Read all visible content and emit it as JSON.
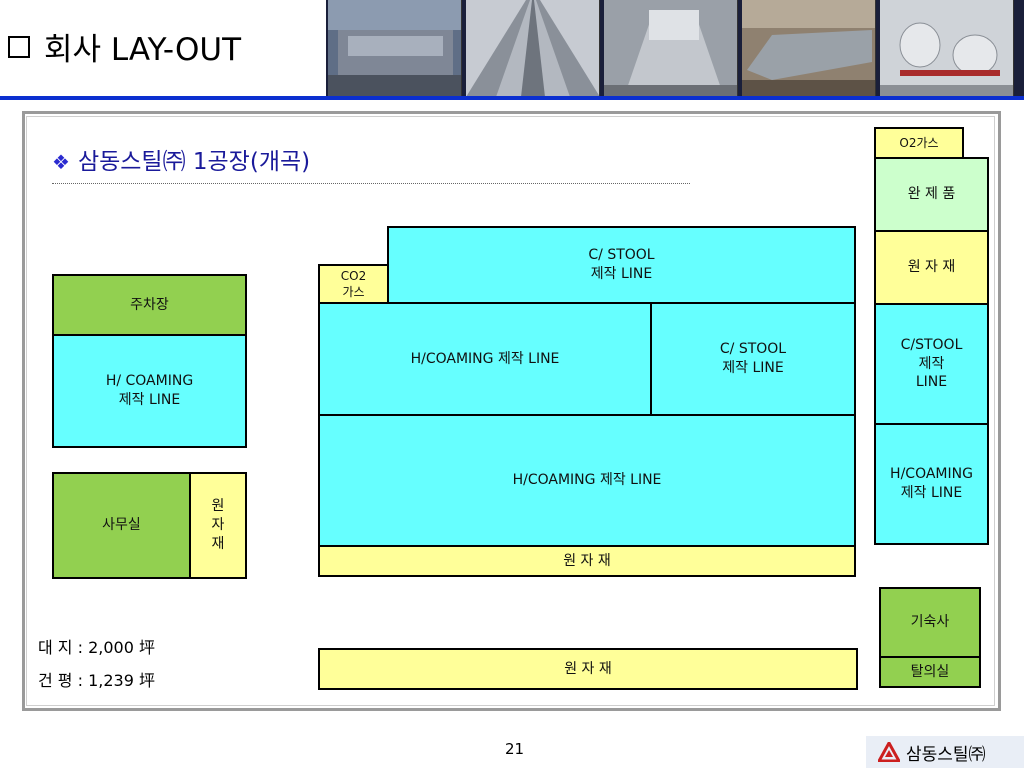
{
  "header": {
    "title": "회사 LAY-OUT"
  },
  "plant": {
    "title": "삼동스틸㈜ 1공장(개곡)"
  },
  "blocks": {
    "parking": "주차장",
    "hcoaming_left": "H/ COAMING\n제작  LINE",
    "office": "사무실",
    "raw_left": "원\n자\n재",
    "co2": "CO2\n가스",
    "cstool_top": "C/ STOOL\n제작  LINE",
    "hcoaming_mid": "H/COAMING  제작 LINE",
    "cstool_mid": "C/ STOOL\n제작  LINE",
    "hcoaming_big": "H/COAMING 제작 LINE",
    "raw_mid": "원 자 재",
    "raw_bottom": "원 자 재",
    "o2": "O2가스",
    "finished": "완 제 품",
    "raw_right": "원 자 재",
    "cstool_right": "C/STOOL\n제작\nLINE",
    "hcoaming_right": "H/COAMING\n제작  LINE",
    "dorm": "기숙사",
    "changing": "탈의실"
  },
  "stats": {
    "site": "대 지 :  2,000 坪",
    "building": "건 평 : 1,239 坪"
  },
  "footer": {
    "page": "21",
    "brand": "삼동스틸㈜"
  },
  "colors": {
    "cyan": "#66ffff",
    "green": "#92d050",
    "yellow": "#ffff99",
    "light_green": "#ccffcc",
    "header_rule": "#0b2fd0"
  }
}
